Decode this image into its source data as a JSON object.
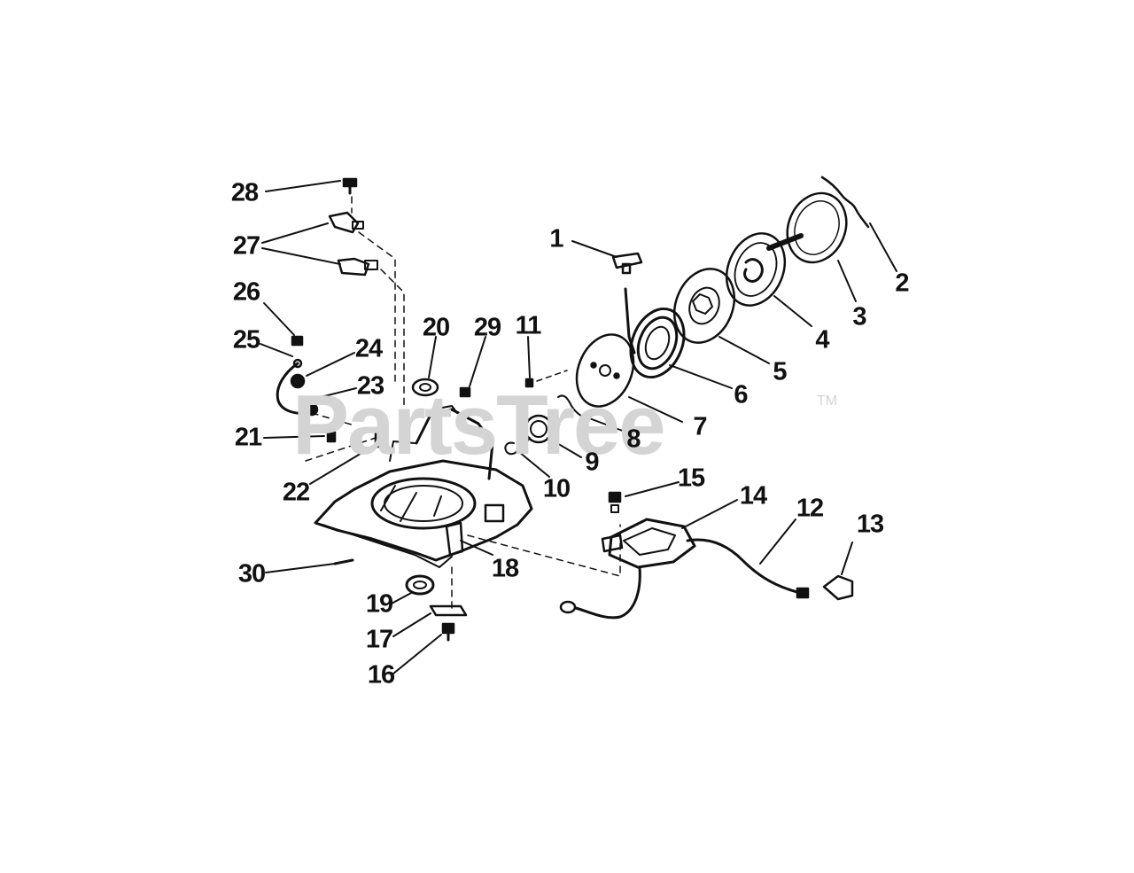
{
  "watermark": {
    "text": "PartsTree",
    "trademark": "TM"
  },
  "corner_label": "30",
  "parts": [
    {
      "id": "part-1",
      "label": "1"
    },
    {
      "id": "part-2",
      "label": "2"
    },
    {
      "id": "part-3",
      "label": "3"
    },
    {
      "id": "part-4",
      "label": "4"
    },
    {
      "id": "part-5",
      "label": "5"
    },
    {
      "id": "part-6",
      "label": "6"
    },
    {
      "id": "part-7",
      "label": "7"
    },
    {
      "id": "part-8",
      "label": "8"
    },
    {
      "id": "part-9",
      "label": "9"
    },
    {
      "id": "part-10",
      "label": "10"
    },
    {
      "id": "part-11",
      "label": "11"
    },
    {
      "id": "part-12",
      "label": "12"
    },
    {
      "id": "part-13",
      "label": "13"
    },
    {
      "id": "part-14",
      "label": "14"
    },
    {
      "id": "part-15",
      "label": "15"
    },
    {
      "id": "part-16",
      "label": "16"
    },
    {
      "id": "part-17",
      "label": "17"
    },
    {
      "id": "part-18",
      "label": "18"
    },
    {
      "id": "part-19",
      "label": "19"
    },
    {
      "id": "part-20",
      "label": "20"
    },
    {
      "id": "part-21",
      "label": "21"
    },
    {
      "id": "part-22",
      "label": "22"
    },
    {
      "id": "part-23",
      "label": "23"
    },
    {
      "id": "part-24",
      "label": "24"
    },
    {
      "id": "part-25",
      "label": "25"
    },
    {
      "id": "part-26",
      "label": "26"
    },
    {
      "id": "part-27",
      "label": "27"
    },
    {
      "id": "part-28",
      "label": "28"
    },
    {
      "id": "part-29",
      "label": "29"
    },
    {
      "id": "part-30",
      "label": "30"
    }
  ]
}
